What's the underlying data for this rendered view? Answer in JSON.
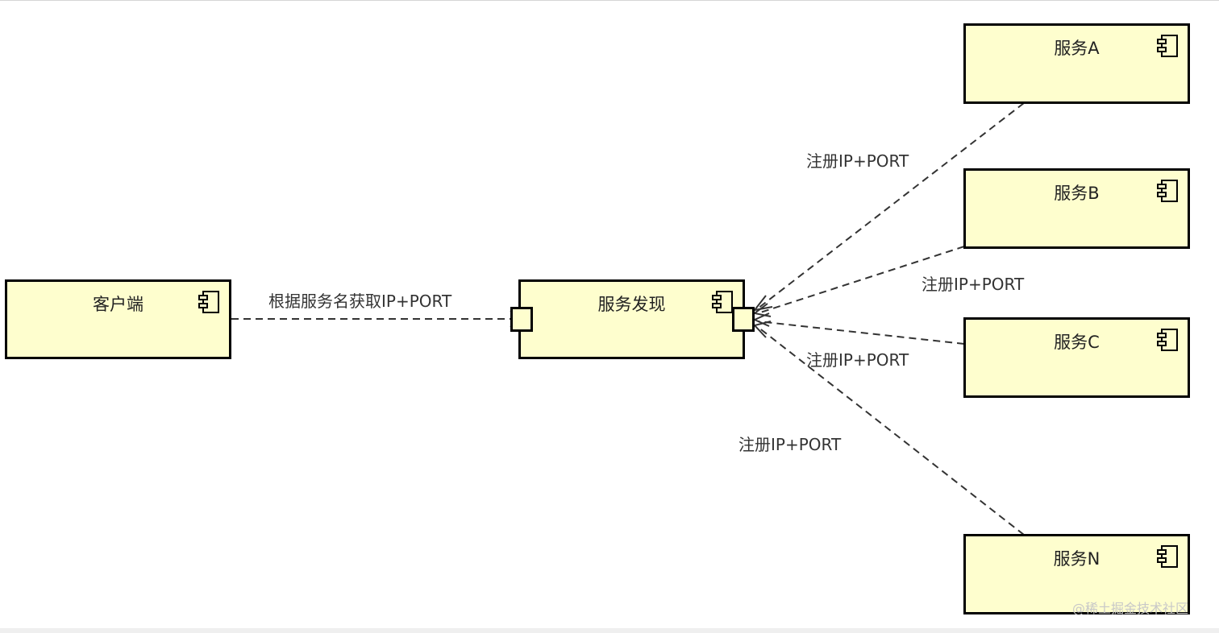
{
  "components": {
    "client": {
      "label": "客户端"
    },
    "discovery": {
      "label": "服务发现"
    },
    "service_a": {
      "label": "服务A"
    },
    "service_b": {
      "label": "服务B"
    },
    "service_c": {
      "label": "服务C"
    },
    "service_n": {
      "label": "服务N"
    }
  },
  "edges": {
    "client_to_discovery": {
      "label": "根据服务名获取IP+PORT"
    },
    "service_a_register": {
      "label": "注册IP+PORT"
    },
    "service_b_register": {
      "label": "注册IP+PORT"
    },
    "service_c_register": {
      "label": "注册IP+PORT"
    },
    "service_n_register": {
      "label": "注册IP+PORT"
    }
  },
  "watermark": {
    "text": "@稀土掘金技术社区"
  },
  "colors": {
    "component_fill": "#fefece",
    "component_border": "#000000",
    "connector": "#333333"
  },
  "icons": {
    "component": "uml-component-icon"
  }
}
